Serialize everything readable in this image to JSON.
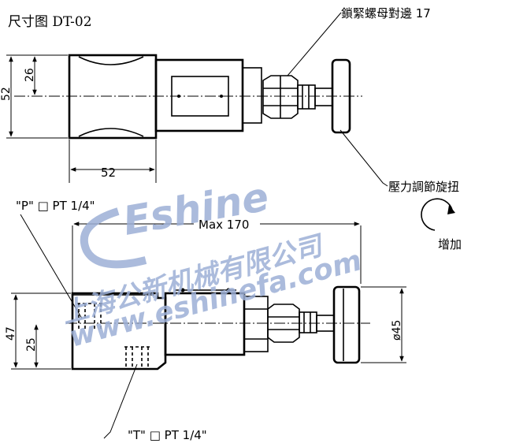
{
  "title": "尺寸图 DT-02",
  "labels": {
    "lock_nut": "鎖緊螺母對邊 17",
    "knob": "壓力調節旋扭",
    "increase": "增加",
    "port_p": "\"P\" □ PT 1/4\"",
    "port_t": "\"T\" □ PT 1/4\""
  },
  "dimensions": {
    "d26": "26",
    "d52_height": "52",
    "d52_width": "52",
    "max170": "Max 170",
    "d47": "47",
    "d25": "25",
    "d45": "ø45"
  },
  "watermark": {
    "brand": "Eshine",
    "company": "上海公新机械有限公司",
    "url": "www.eshinefa.com"
  },
  "colors": {
    "line": "#000000",
    "watermark": "#9db0d6"
  }
}
